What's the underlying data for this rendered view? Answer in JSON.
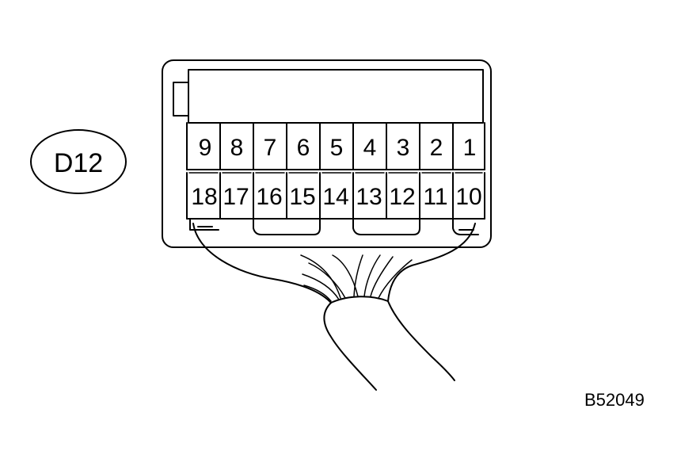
{
  "connector": {
    "id": "D12",
    "top_row_pins": [
      "9",
      "8",
      "7",
      "6",
      "5",
      "4",
      "3",
      "2",
      "1"
    ],
    "bottom_row_pins": [
      "18",
      "17",
      "16",
      "15",
      "14",
      "13",
      "12",
      "11",
      "10"
    ]
  },
  "figure_code": "B52049"
}
